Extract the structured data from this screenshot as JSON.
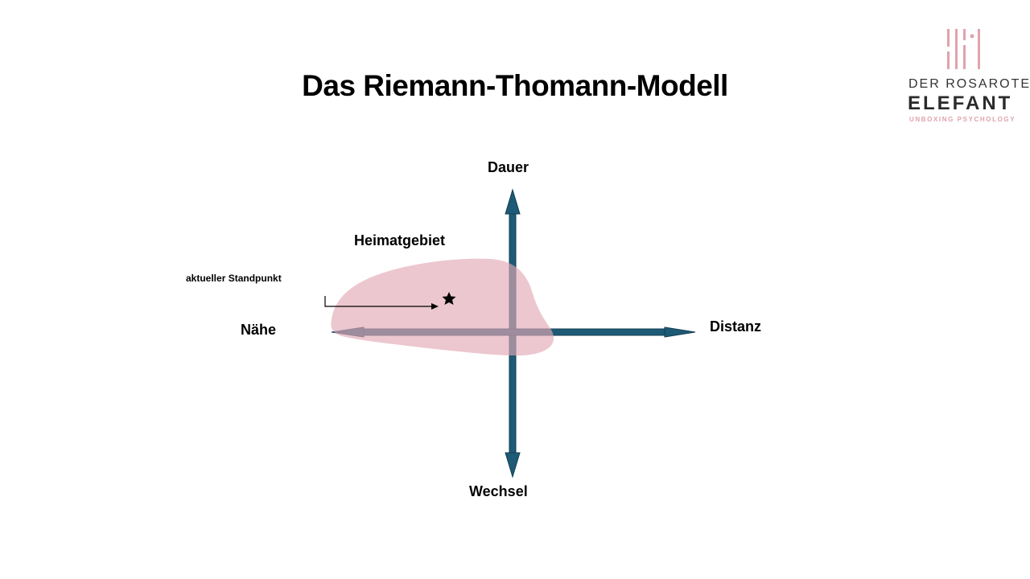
{
  "title": "Das Riemann-Thomann-Modell",
  "axes": {
    "top": "Dauer",
    "bottom": "Wechsel",
    "left": "Nähe",
    "right": "Distanz"
  },
  "region_label": "Heimatgebiet",
  "marker_label": "aktueller Standpunkt",
  "logo": {
    "line1": "DER ROSAROTE",
    "line2": "ELEFANT",
    "line3": "UNBOXING PSYCHOLOGY"
  },
  "colors": {
    "axis": "#1d5a75",
    "region": "#e2a9b6",
    "logo_pink": "#e0a3ae"
  }
}
